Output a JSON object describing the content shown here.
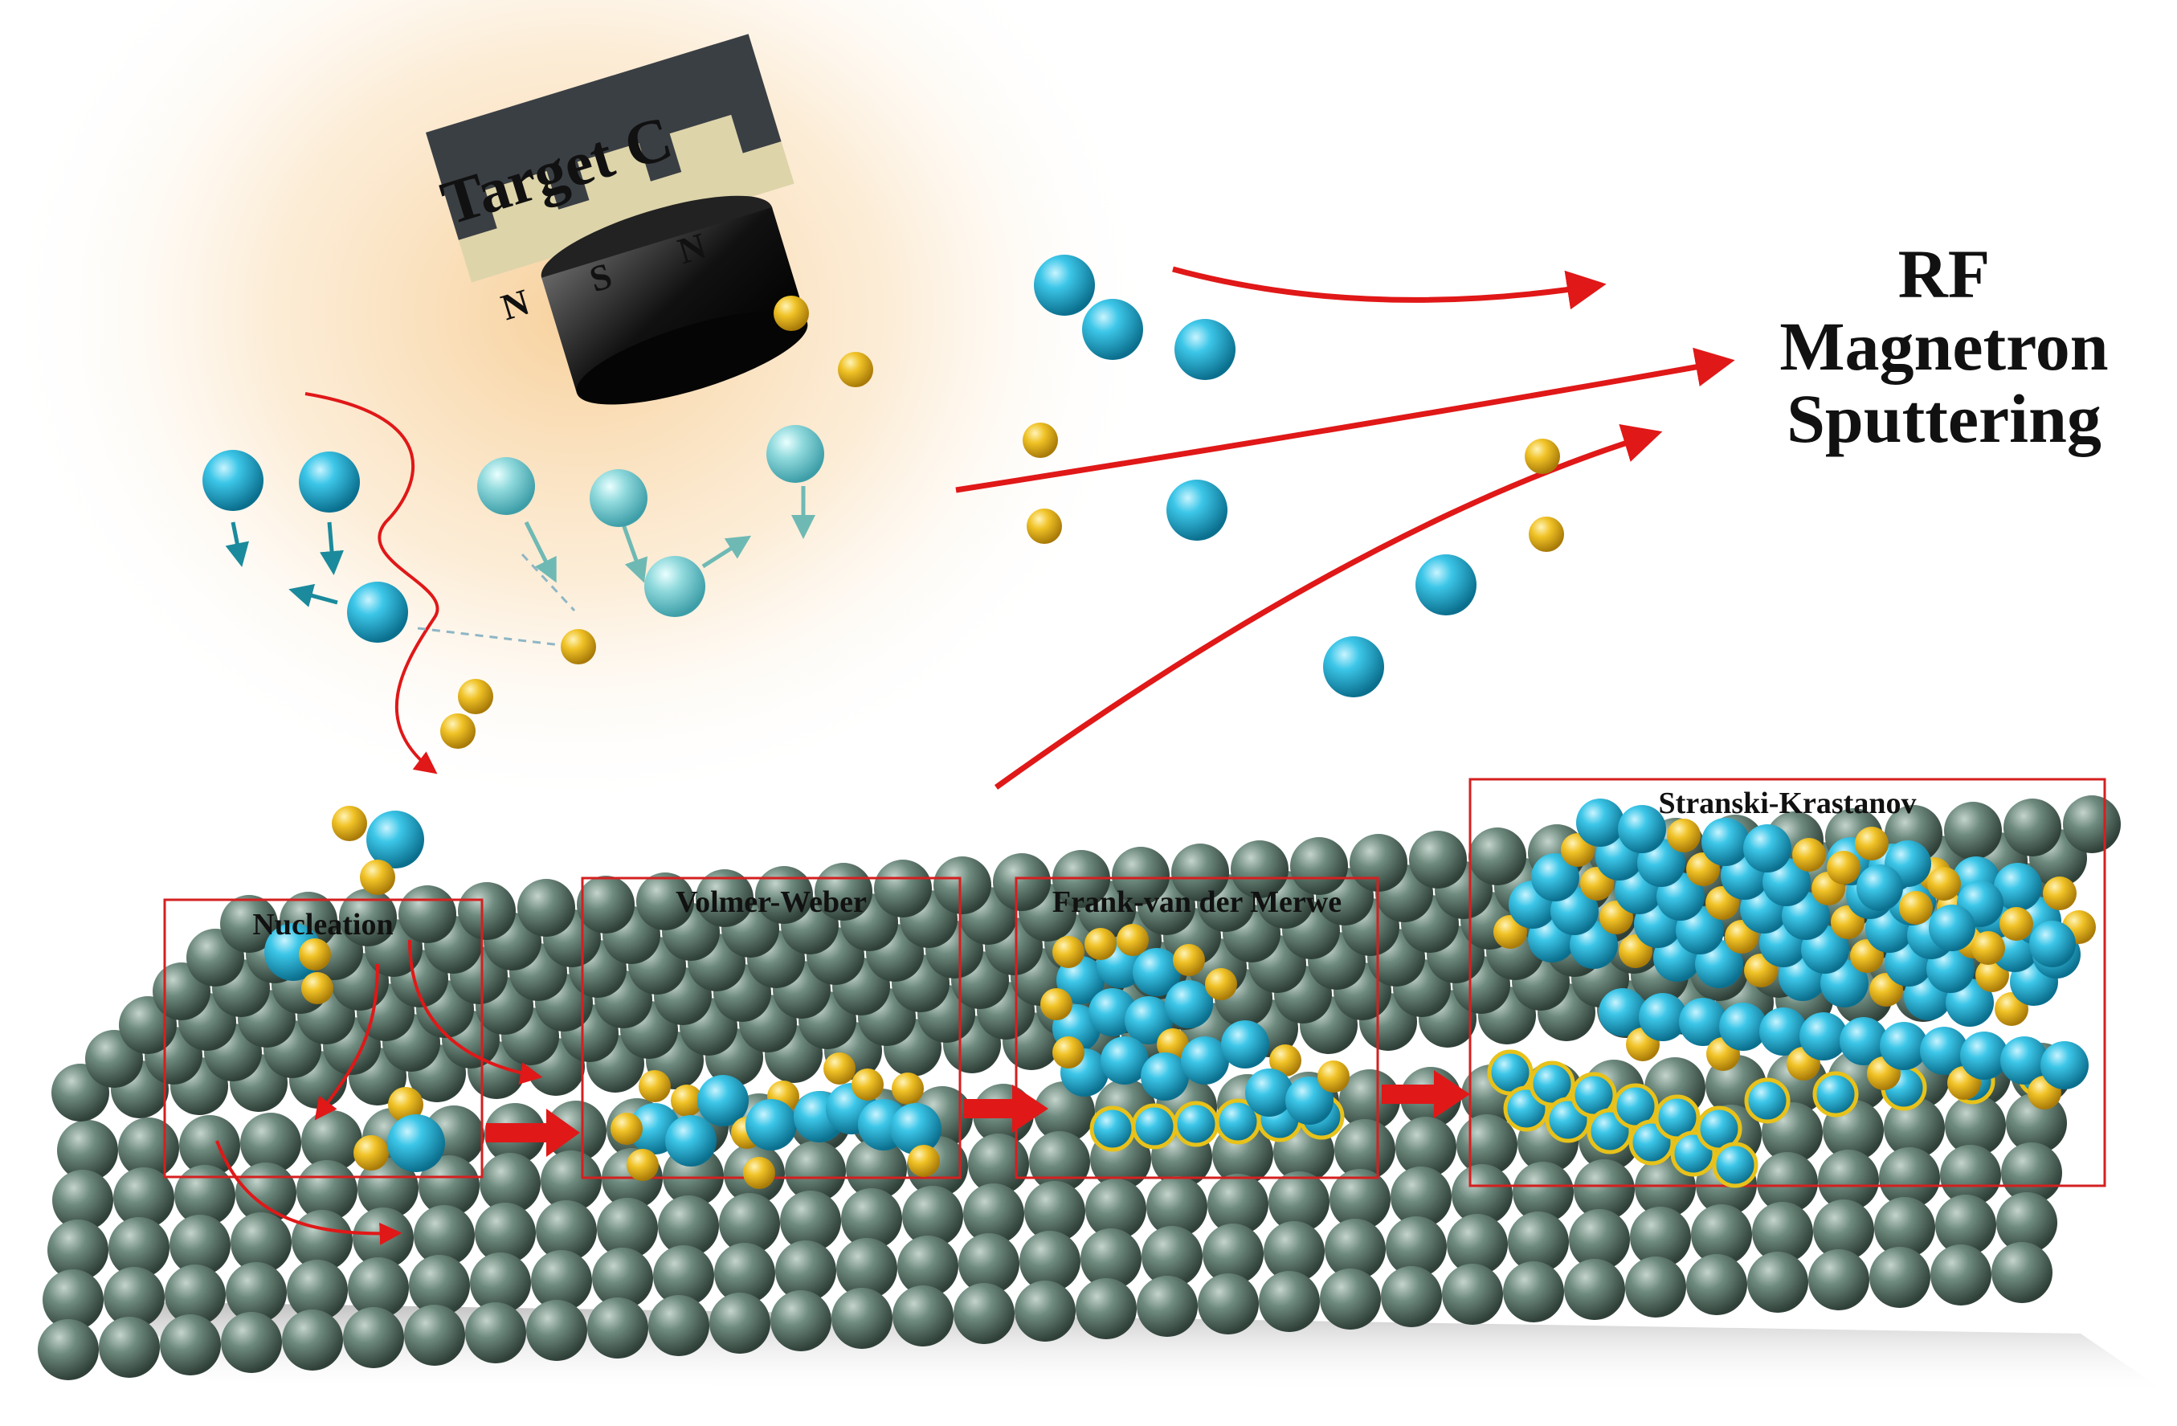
{
  "title": {
    "line1": "RF",
    "line2": "Magnetron",
    "line3": "Sputtering"
  },
  "target": {
    "label": "Target C",
    "poles": [
      "N",
      "S",
      "N"
    ]
  },
  "stages": [
    {
      "label": "Nucleation"
    },
    {
      "label": "Volmer-Weber"
    },
    {
      "label": "Frank-van der Merwe"
    },
    {
      "label": "Stranski-Krastanov"
    }
  ],
  "colors": {
    "arrow": "#e01818",
    "box": "#d42020",
    "atom_cyan": "#1aa8cc",
    "atom_gold": "#e8b818",
    "substrate": "#5e7a6e",
    "target_dark": "#3a3f44",
    "target_tan": "#ddd4aa",
    "glow": "#fbe3bd"
  }
}
